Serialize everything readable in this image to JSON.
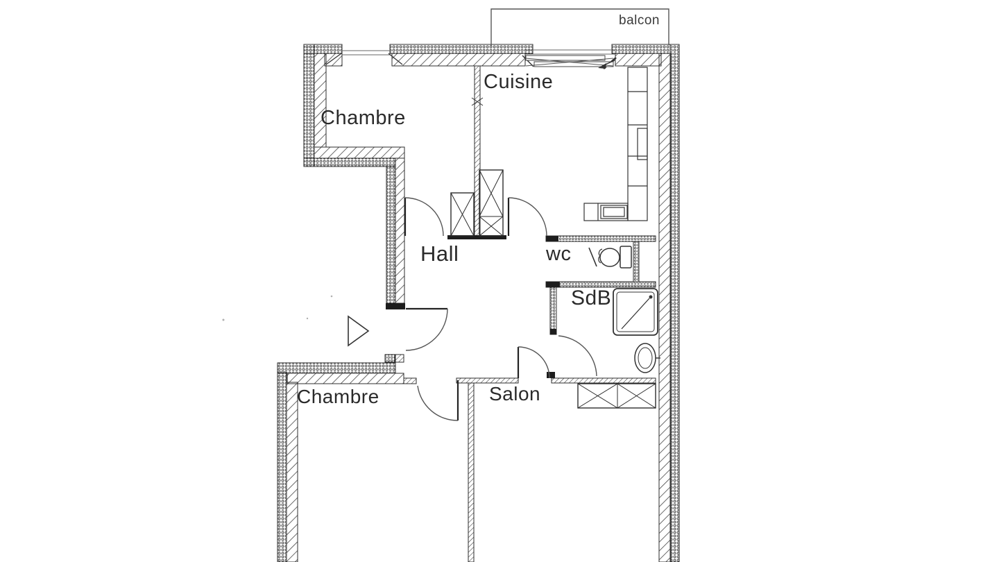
{
  "plan": {
    "rooms": {
      "balcony": "balcon",
      "kitchen": "Cuisine",
      "bedroom_top": "Chambre",
      "hall": "Hall",
      "wc": "wc",
      "bathroom": "SdB",
      "bedroom_bottom": "Chambre",
      "living_room": "Salon"
    },
    "fixtures": {
      "toilet": "toilet-icon",
      "shower": "shower-icon",
      "washbasin": "washbasin-icon",
      "kitchen_counter": "kitchen-counter",
      "kitchen_sink": "kitchen-sink",
      "sliding_door": "sliding-door-symbol",
      "wardrobes": "wardrobe-closets",
      "entrance_marker": "entrance-arrow"
    },
    "colors": {
      "line": "#2c2c2c",
      "wall_dark": "#1d1d1d",
      "background": "#ffffff"
    }
  }
}
